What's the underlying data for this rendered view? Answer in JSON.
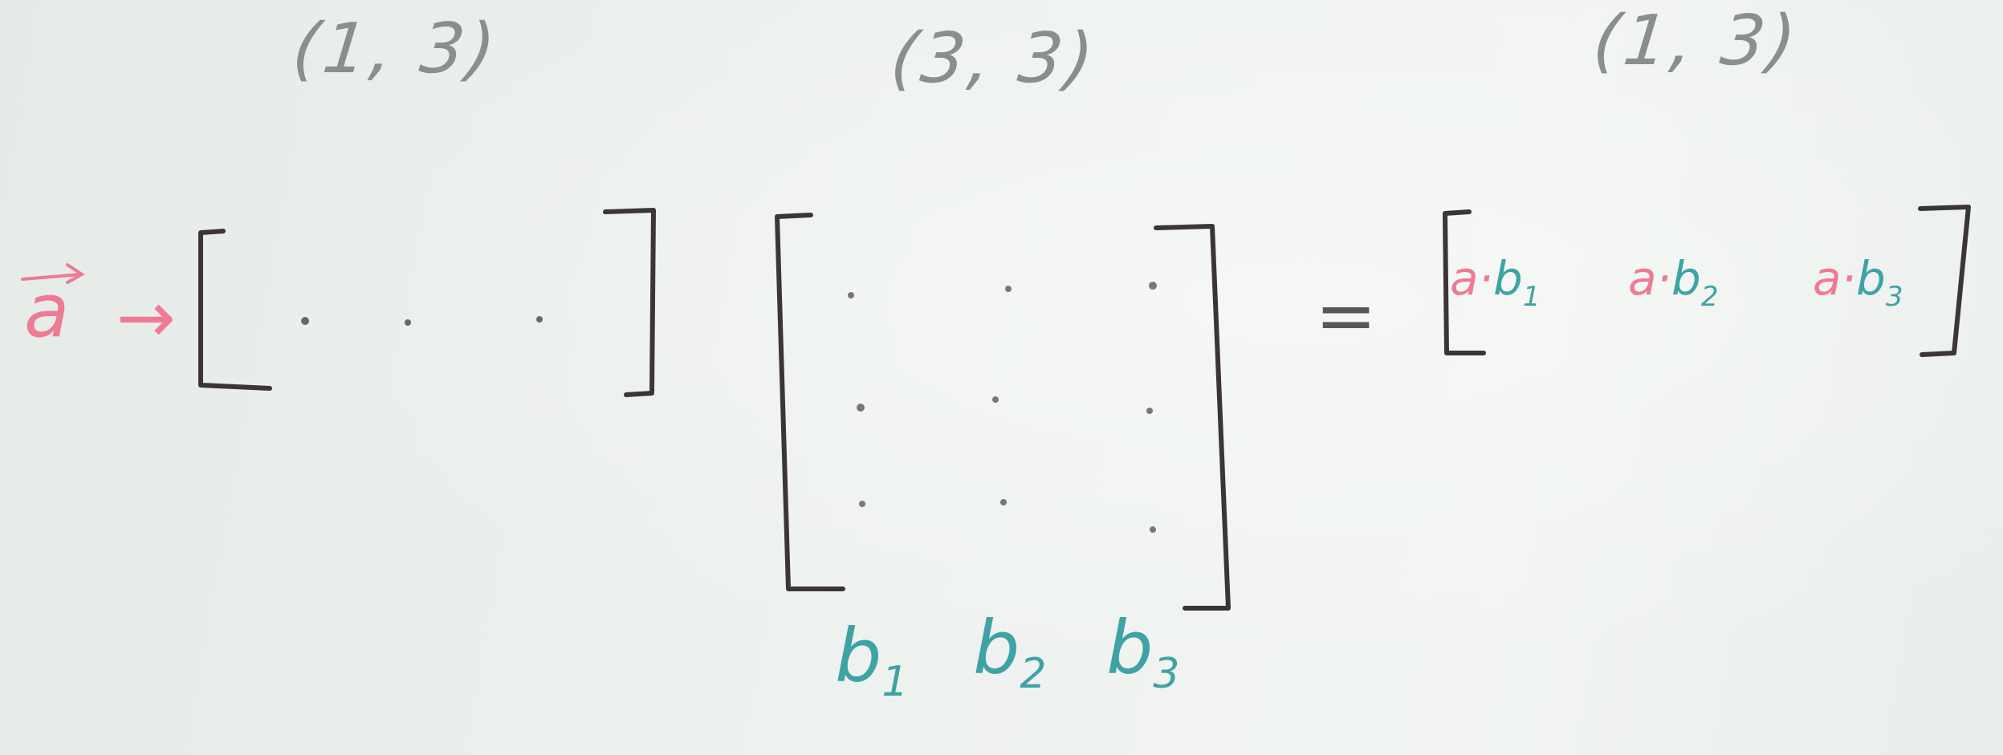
{
  "shapes": {
    "left": "(1, 3)",
    "middle": "(3, 3)",
    "right": "(1, 3)"
  },
  "vector_a": {
    "label": "a",
    "arrow": "→"
  },
  "columns": [
    {
      "base": "b",
      "sub": "1"
    },
    {
      "base": "b",
      "sub": "2"
    },
    {
      "base": "b",
      "sub": "3"
    }
  ],
  "equals": "=",
  "result": [
    {
      "a": "a",
      "dot": "·",
      "b": "b",
      "sub": "1"
    },
    {
      "a": "a",
      "dot": "·",
      "b": "b",
      "sub": "2"
    },
    {
      "a": "a",
      "dot": "·",
      "b": "b",
      "sub": "3"
    }
  ],
  "colors": {
    "ink": "#3b3538",
    "pencil": "#8a8e8e",
    "pink": "#ef7a93",
    "teal": "#3fa3a6",
    "paper": "#eef2ef"
  }
}
